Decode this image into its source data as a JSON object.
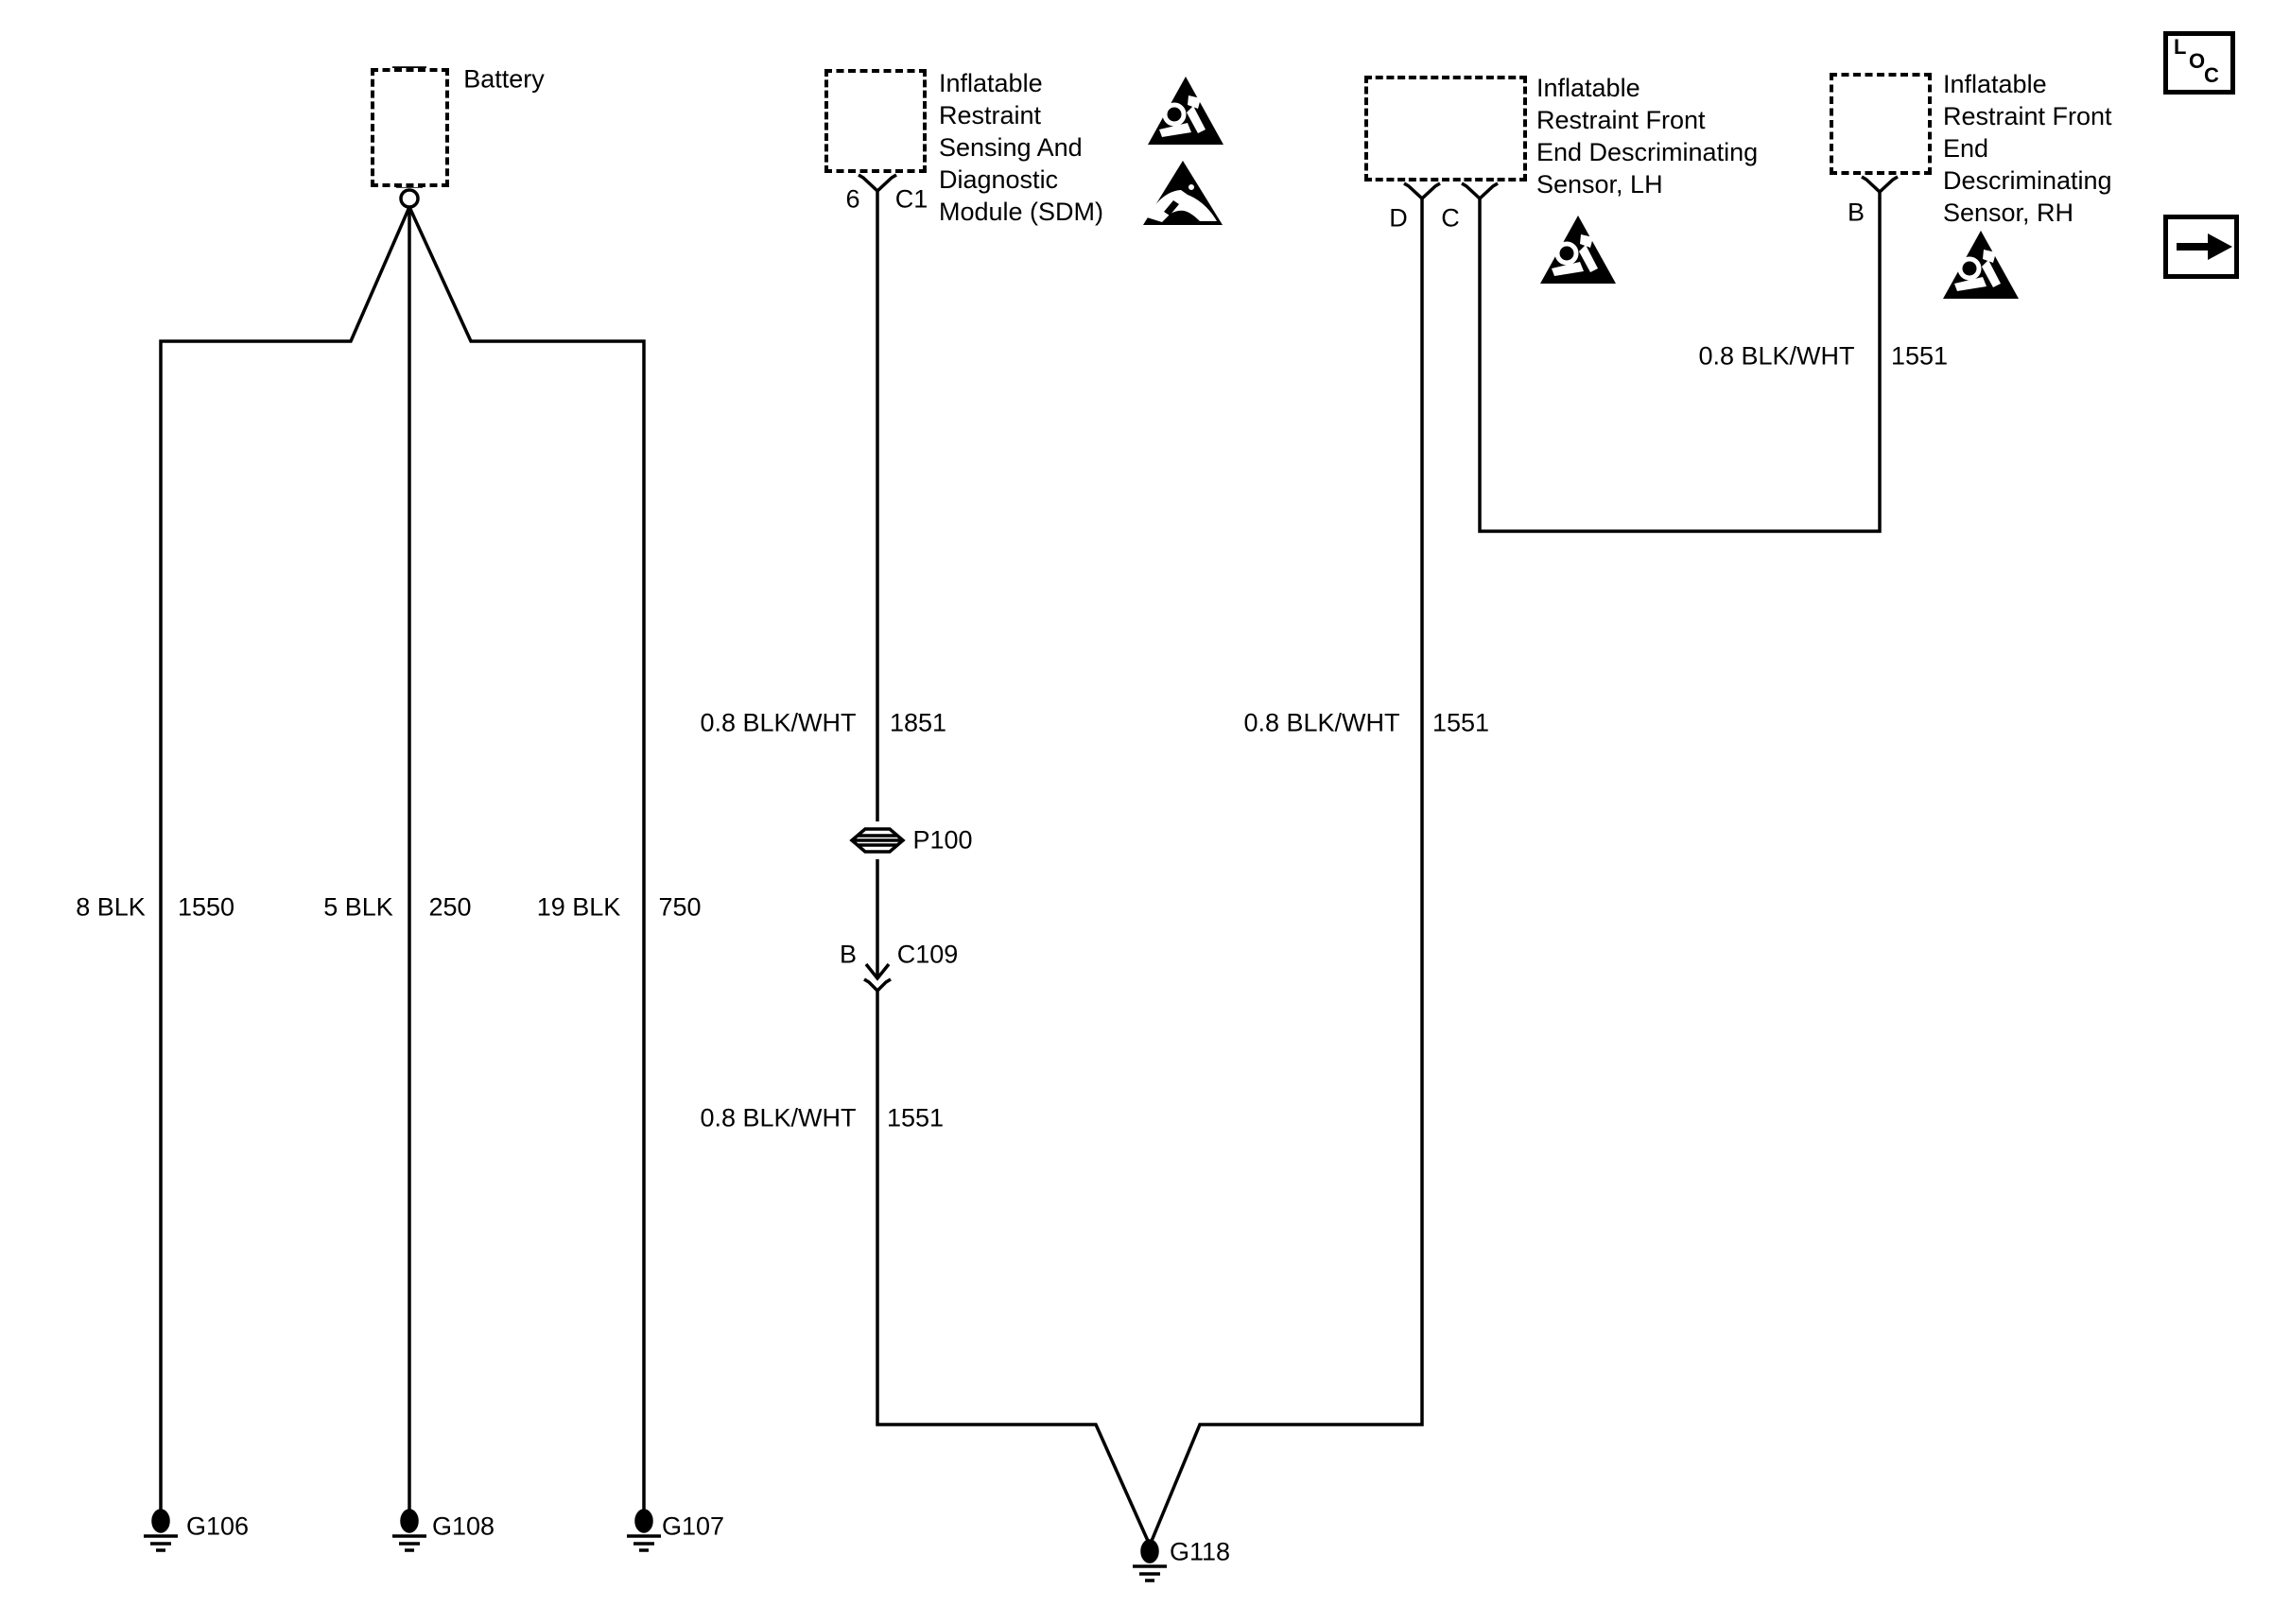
{
  "icons": {
    "battery": "battery-symbol-icon",
    "ground": "ground-symbol-icon",
    "airbag_warning": "airbag-warning-triangle-icon",
    "esd_warning": "esd-warning-triangle-icon",
    "grommet": "grommet-pass-through-icon",
    "inline_connector": "inline-connector-icon",
    "nav_arrow": "arrow-right-icon"
  },
  "battery": {
    "label": "Battery"
  },
  "sdm": {
    "lines": [
      "Inflatable",
      "Restraint",
      "Sensing And",
      "Diagnostic",
      "Module (SDM)"
    ],
    "pin": "6",
    "connector": "C1"
  },
  "sensor_lh": {
    "lines": [
      "Inflatable",
      "Restraint Front",
      "End Descriminating",
      "Sensor, LH"
    ],
    "pin_d": "D",
    "pin_c": "C"
  },
  "sensor_rh": {
    "lines": [
      "Inflatable",
      "Restraint Front",
      "End",
      "Descriminating",
      "Sensor, RH"
    ],
    "pin_b": "B"
  },
  "splices": {
    "p100": "P100"
  },
  "inline_connectors": {
    "c109": {
      "pin": "B",
      "label": "C109"
    }
  },
  "wires": {
    "battery_left": {
      "gauge": "8 BLK",
      "circuit": "1550"
    },
    "battery_center": {
      "gauge": "5 BLK",
      "circuit": "250"
    },
    "battery_right": {
      "gauge": "19 BLK",
      "circuit": "750"
    },
    "sdm_upper": {
      "gauge": "0.8 BLK/WHT",
      "circuit": "1851"
    },
    "sdm_lower": {
      "gauge": "0.8 BLK/WHT",
      "circuit": "1551"
    },
    "lh_ground": {
      "gauge": "0.8 BLK/WHT",
      "circuit": "1551"
    },
    "rh_jumper": {
      "gauge": "0.8 BLK/WHT",
      "circuit": "1551"
    }
  },
  "grounds": {
    "g106": "G106",
    "g108": "G108",
    "g107": "G107",
    "g118": "G118"
  },
  "nav": {
    "loc_letters": [
      "L",
      "O",
      "C"
    ]
  }
}
